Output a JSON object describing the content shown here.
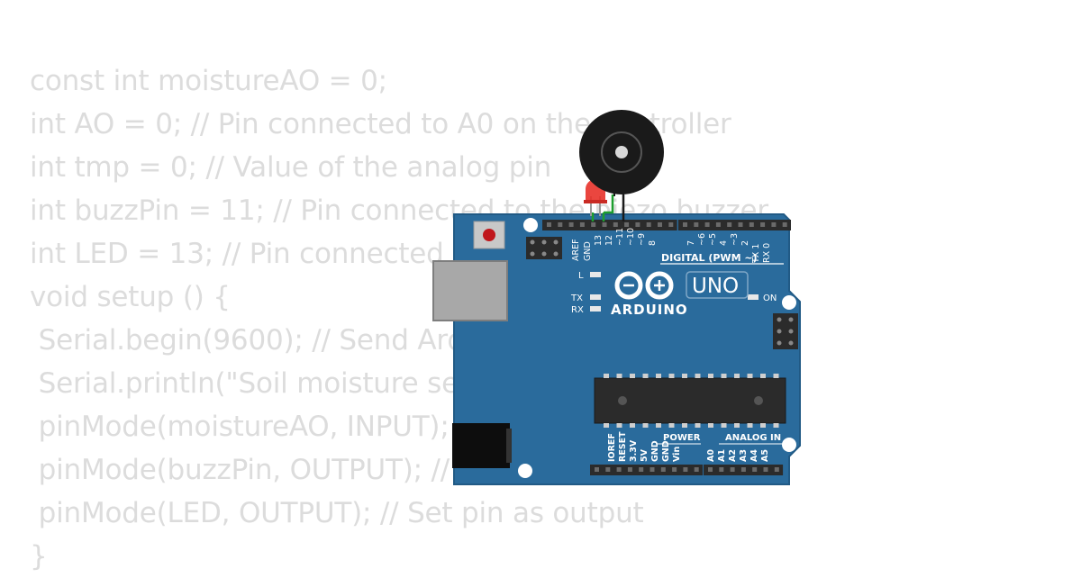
{
  "code_lines": [
    "const int moistureAO = 0;",
    "int AO = 0; // Pin connected to A0 on the controller",
    "int tmp = 0; // Value of the analog pin",
    "int buzzPin = 11; // Pin connected to the piezo buzzer",
    "int LED = 13; // Pin connected to the LED",
    "void setup () {",
    " Serial.begin(9600); // Send Arduino reading to IDE",
    " Serial.println(\"Soil moisture sensor\");",
    " pinMode(moistureAO, INPUT);",
    " pinMode(buzzPin, OUTPUT); // Set pin as output",
    " pinMode(LED, OUTPUT); // Set pin as output",
    "}"
  ],
  "board": {
    "brand": "ARDUINO",
    "model": "UNO",
    "digital_label": "DIGITAL (PWM ~)",
    "power_label": "POWER",
    "analog_label": "ANALOG IN",
    "on_label": "ON",
    "l_label": "L",
    "tx_label": "TX",
    "rx_label": "RX",
    "top_pins_left": [
      "AREF",
      "GND",
      "13",
      "12",
      "~11",
      "~10",
      "~9",
      "8"
    ],
    "top_pins_right": [
      "7",
      "~6",
      "~5",
      "4",
      "~3",
      "2",
      "TX 1",
      "RX 0"
    ],
    "bottom_power_pins": [
      "IOREF",
      "RESET",
      "3.3V",
      "5V",
      "GND",
      "GND",
      "Vin"
    ],
    "bottom_analog_pins": [
      "A0",
      "A1",
      "A2",
      "A3",
      "A4",
      "A5"
    ],
    "colors": {
      "board": "#2a6b9c",
      "board_edge": "#215a85",
      "header": "#2b2b2b",
      "led": "#e8322a",
      "buzzer": "#1a1a1a",
      "wire": "#1e9e2e"
    }
  }
}
